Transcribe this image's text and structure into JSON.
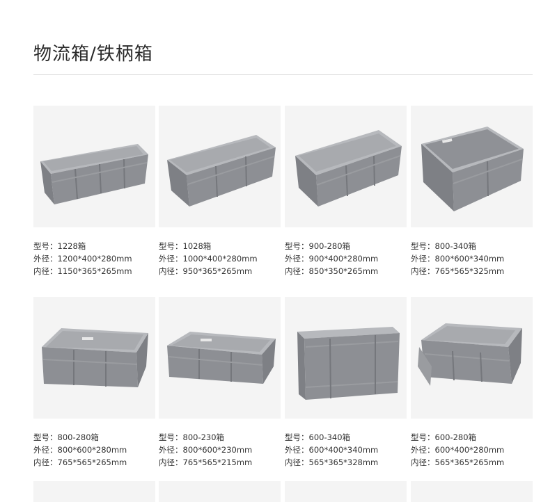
{
  "page": {
    "title": "物流箱/铁柄箱"
  },
  "colors": {
    "thumb_bg": "#f4f4f4",
    "crate_body": "#8d8f94",
    "crate_inner": "#a8aaae",
    "crate_rim": "#b7b9bd",
    "divider": "#dcdcdc"
  },
  "products": [
    {
      "model": "型号：1228箱",
      "outer": "外径：1200*400*280mm",
      "inner": "内径：1150*365*265mm",
      "image_icon": "long-crate-icon"
    },
    {
      "model": "型号：1028箱",
      "outer": "外径：1000*400*280mm",
      "inner": "内径：950*365*265mm",
      "image_icon": "long-crate-icon"
    },
    {
      "model": "型号：900-280箱",
      "outer": "外径：900*400*280mm",
      "inner": "内径：850*350*265mm",
      "image_icon": "crate-icon"
    },
    {
      "model": "型号：800-340箱",
      "outer": "外径：800*600*340mm",
      "inner": "内径：765*565*325mm",
      "image_icon": "deep-crate-icon"
    },
    {
      "model": "型号：800-280箱",
      "outer": "外径：800*600*280mm",
      "inner": "内径：765*565*265mm",
      "image_icon": "wide-crate-icon"
    },
    {
      "model": "型号：800-230箱",
      "outer": "外径：800*600*230mm",
      "inner": "内径：765*565*215mm",
      "image_icon": "shallow-crate-icon"
    },
    {
      "model": "型号：600-340箱",
      "outer": "外径：600*400*340mm",
      "inner": "内径：565*365*328mm",
      "image_icon": "tall-crate-icon"
    },
    {
      "model": "型号：600-280箱",
      "outer": "外径：600*400*280mm",
      "inner": "内径：565*365*265mm",
      "image_icon": "lidded-crate-icon"
    }
  ]
}
